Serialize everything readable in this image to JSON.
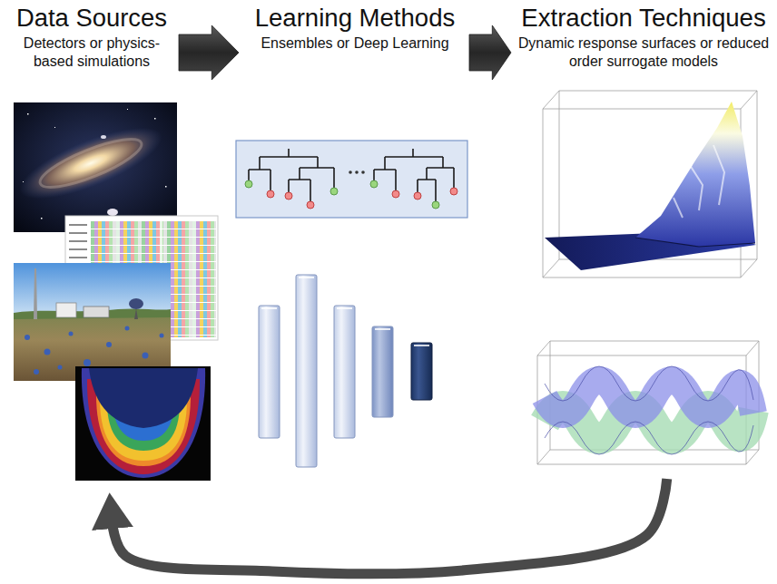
{
  "diagram": {
    "nodes": [
      {
        "text": [
          "Data Sources",
          "Detectors or physics-based simulations"
        ]
      },
      {
        "text": [
          "Learning Methods",
          "Ensembles or Deep Learning"
        ]
      },
      {
        "text": [
          "Extraction Techniques",
          "Dynamic response surfaces or reduced order surrogate models"
        ]
      }
    ],
    "edges": [
      {
        "from": 0,
        "to": 1,
        "arrow": "to"
      },
      {
        "from": 1,
        "to": 2,
        "arrow": "to"
      },
      {
        "from": 2,
        "to": 0,
        "arrow": "to"
      }
    ]
  }
}
